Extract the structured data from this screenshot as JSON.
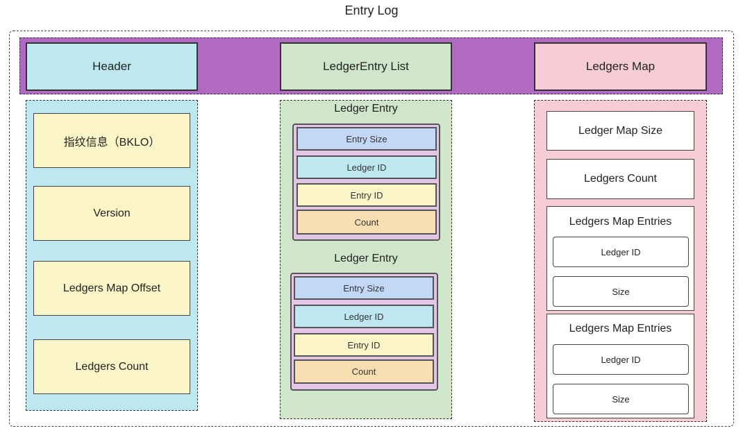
{
  "title": "Entry Log",
  "band": {
    "header_label": "Header",
    "list_label": "LedgerEntry List",
    "map_label": "Ledgers Map"
  },
  "header_fields": [
    "指纹信息（BKLO）",
    "Version",
    "Ledgers Map Offset",
    "Ledgers Count"
  ],
  "ledger_entries": [
    {
      "label": "Ledger Entry",
      "fields": [
        "Entry Size",
        "Ledger ID",
        "Entry ID",
        "Count"
      ]
    },
    {
      "label": "Ledger Entry",
      "fields": [
        "Entry Size",
        "Ledger ID",
        "Entry ID",
        "Count"
      ]
    }
  ],
  "ledgers_map": {
    "map_size": "Ledger Map Size",
    "count": "Ledgers Count",
    "entries": [
      {
        "label": "Ledgers Map Entries",
        "fields": [
          "Ledger ID",
          "Size"
        ]
      },
      {
        "label": "Ledgers Map Entries",
        "fields": [
          "Ledger ID",
          "Size"
        ]
      }
    ]
  },
  "colors": {
    "band_purple": "#b06ac2",
    "header_cyan": "#bde8ef",
    "list_green": "#cfe6cb",
    "map_pink": "#f6cdd4",
    "field_blue": "#c3d8f6",
    "field_cyan": "#bde8ef",
    "field_yellow": "#fcf5c8",
    "field_orange": "#f9deb2",
    "entry_lavender": "#e3c5e6"
  }
}
